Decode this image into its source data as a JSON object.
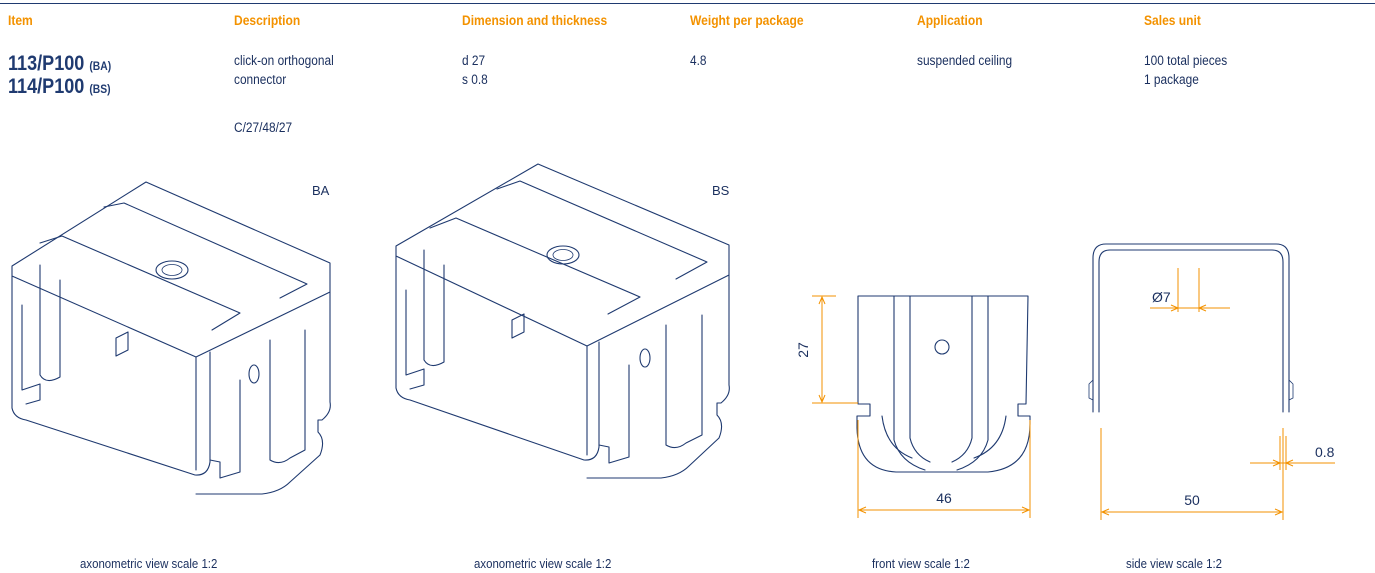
{
  "headers": {
    "item": "Item",
    "description": "Description",
    "dimension": "Dimension and thickness",
    "weight": "Weight per package",
    "application": "Application",
    "sales_unit": "Sales unit"
  },
  "items": [
    {
      "code": "113/P100",
      "suffix": "(BA)"
    },
    {
      "code": "114/P100",
      "suffix": "(BS)"
    }
  ],
  "description": {
    "line1": "click-on orthogonal",
    "line2": "connector",
    "code": "C/27/48/27"
  },
  "dimension": {
    "line1": "d 27",
    "line2": "s 0.8"
  },
  "weight": "4.8",
  "application": "suspended ceiling",
  "sales_unit": {
    "line1": "100 total pieces",
    "line2": "1 package"
  },
  "views": {
    "ba_label": "BA",
    "bs_label": "BS",
    "caption_ba": "axonometric view scale 1:2",
    "caption_bs": "axonometric view scale 1:2",
    "caption_front": "front view scale 1:2",
    "caption_side": "side view scale 1:2"
  },
  "dimensions": {
    "height": "27",
    "width_front": "46",
    "width_side": "50",
    "hole": "Ø7",
    "thickness": "0.8"
  },
  "colors": {
    "accent": "#f39200",
    "navy": "#1f3a70"
  }
}
